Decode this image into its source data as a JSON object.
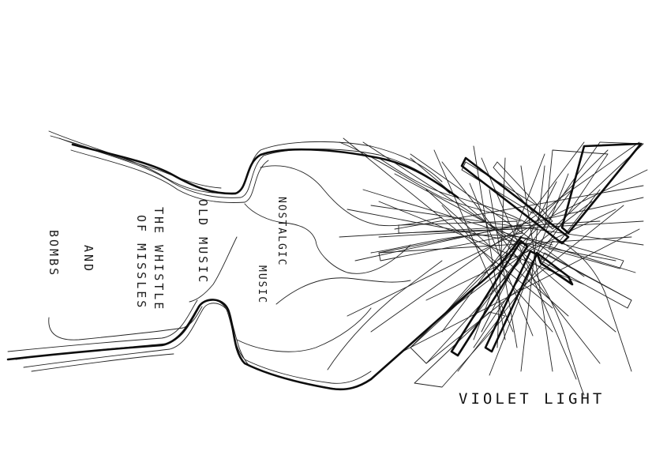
{
  "texts": {
    "nostalgic": "NOSTALGIC",
    "music": "MUSIC",
    "old_music": "OLD MUSIC",
    "the_whistle": "THE WHISTLE",
    "of_missles": "OF MISSLES",
    "and": "AND",
    "bombs": "BOMBS",
    "caption": "VIOLET LIGHT"
  },
  "colors": {
    "ink": "#111111",
    "background": "#ffffff"
  }
}
